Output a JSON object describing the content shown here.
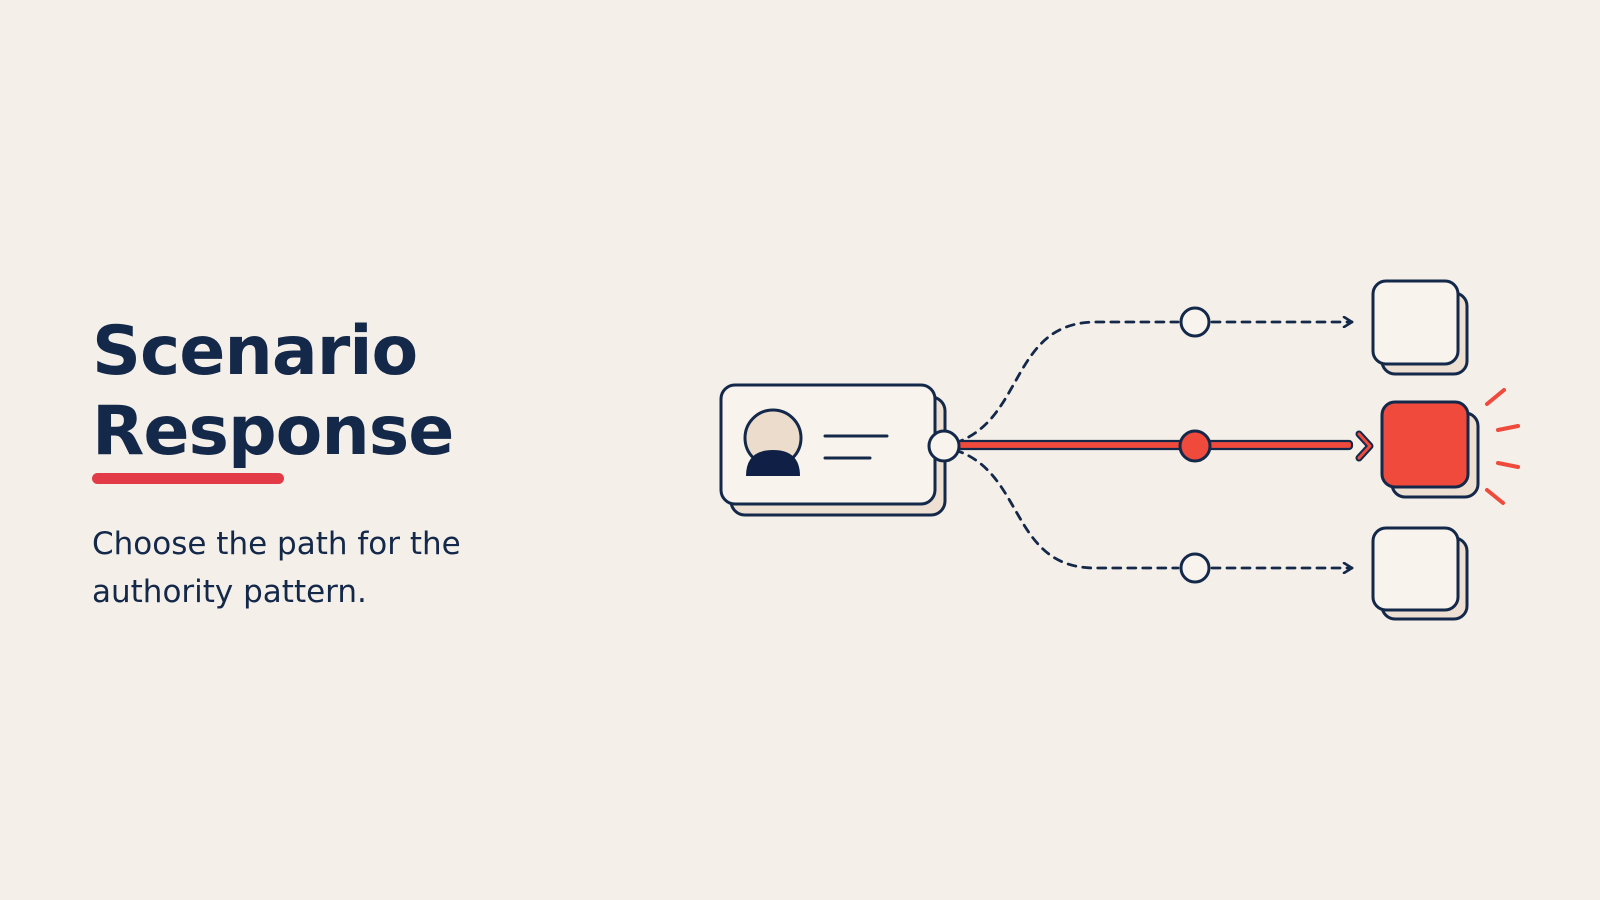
{
  "slide": {
    "title_line_1": "Scenario",
    "title_line_2": "Response",
    "subtitle_line_1": "Choose the path for the",
    "subtitle_line_2": "authority pattern."
  },
  "diagram": {
    "source": "person-card",
    "paths": [
      {
        "position": "top",
        "style": "dashed",
        "selected": false
      },
      {
        "position": "middle",
        "style": "solid",
        "selected": true
      },
      {
        "position": "bottom",
        "style": "dashed",
        "selected": false
      }
    ],
    "icons": [
      "person-avatar-icon",
      "text-lines-icon",
      "arrow-right-icon",
      "alert-burst-icon"
    ]
  },
  "colors": {
    "background": "#f4f0e9",
    "ink": "#14284a",
    "accent": "#ef4a3c",
    "underline": "#e33a48",
    "card_fill": "#f8f4ed",
    "card_shadow": "#ede0d2",
    "avatar_fill": "#ecdccc"
  }
}
